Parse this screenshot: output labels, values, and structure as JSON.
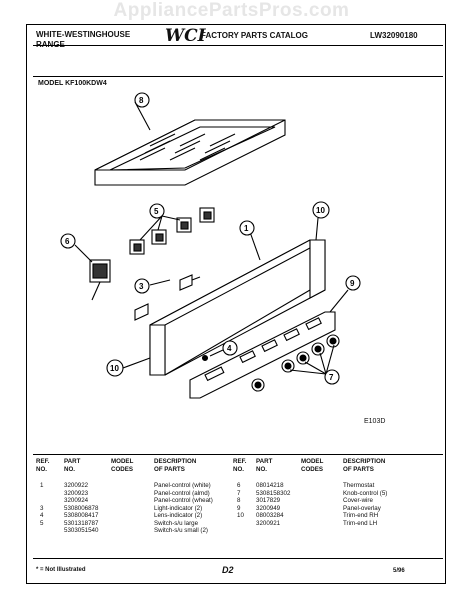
{
  "watermark": "AppliancePartsPros.com",
  "header": {
    "brand_line1": "WHITE-WESTINGHOUSE",
    "brand_line2": "RANGE",
    "logo": "WCI",
    "catalog": "FACTORY PARTS CATALOG",
    "code": "LW32090180"
  },
  "model": "MODEL KF100KDW4",
  "diagram": {
    "callouts": [
      "8",
      "5",
      "6",
      "10",
      "1",
      "3",
      "9",
      "4",
      "10",
      "7"
    ],
    "code": "E103D"
  },
  "table": {
    "headers": {
      "ref": "REF.\nNO.",
      "part": "PART\nNO.",
      "model": "MODEL\nCODES",
      "desc": "DESCRIPTION\nOF PARTS"
    },
    "left_rows": [
      {
        "ref": "1",
        "part": "3200922",
        "desc": "Panel-control (white)"
      },
      {
        "ref": "",
        "part": "3200923",
        "desc": "Panel-control (almd)"
      },
      {
        "ref": "",
        "part": "3200924",
        "desc": "Panel-control (wheat)"
      },
      {
        "ref": "3",
        "part": "5308006878",
        "desc": "Light-indicator (2)"
      },
      {
        "ref": "4",
        "part": "5308008417",
        "desc": "Lens-indicator (2)"
      },
      {
        "ref": "5",
        "part": "5301318787",
        "desc": "Switch-s/u large"
      },
      {
        "ref": "",
        "part": "5303051540",
        "desc": "Switch-s/u small (2)"
      }
    ],
    "right_rows": [
      {
        "ref": "6",
        "part": "08014218",
        "desc": "Thermostat"
      },
      {
        "ref": "7",
        "part": "5308158302",
        "desc": "Knob-control (5)"
      },
      {
        "ref": "8",
        "part": "3017829",
        "desc": "Cover-wire"
      },
      {
        "ref": "9",
        "part": "3200949",
        "desc": "Panel-overlay"
      },
      {
        "ref": "10",
        "part": "08003284",
        "desc": "Trim-end RH"
      },
      {
        "ref": "",
        "part": "3200921",
        "desc": "Trim-end LH"
      }
    ]
  },
  "footer": {
    "note": "* = Not Illustrated",
    "page": "D2",
    "date": "5/96"
  }
}
